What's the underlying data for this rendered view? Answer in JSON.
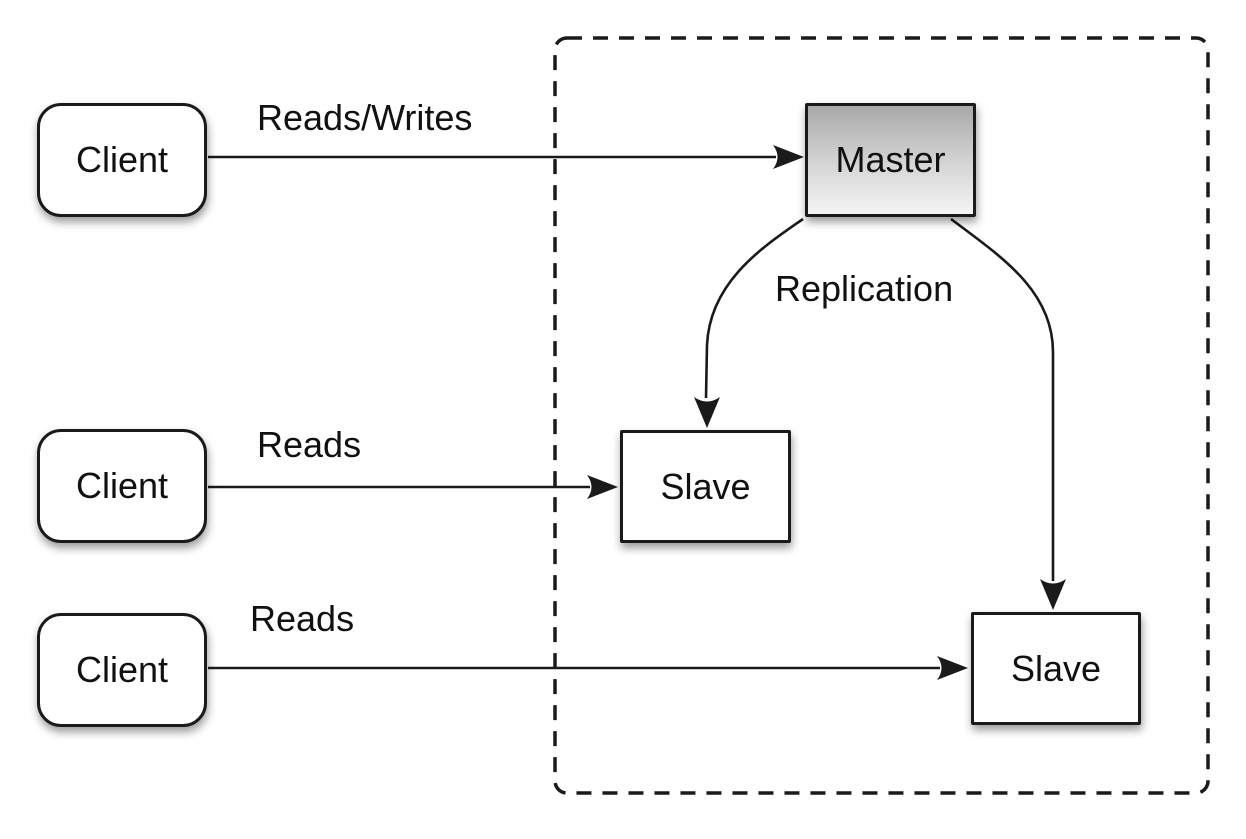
{
  "nodes": {
    "client1": {
      "label": "Client"
    },
    "client2": {
      "label": "Client"
    },
    "client3": {
      "label": "Client"
    },
    "master": {
      "label": "Master"
    },
    "slave1": {
      "label": "Slave"
    },
    "slave2": {
      "label": "Slave"
    }
  },
  "edges": {
    "client1_master": {
      "label": "Reads/Writes"
    },
    "client2_slave1": {
      "label": "Reads"
    },
    "client3_slave2": {
      "label": "Reads"
    },
    "master_slaves": {
      "label": "Replication"
    }
  },
  "colors": {
    "line_color": "#1a1a1a",
    "text_color": "#111111",
    "node_fill": "#ffffff",
    "master_grad_top": "#a9a9a9",
    "master_grad_mid": "#d6d6d6",
    "master_grad_bottom": "#f4f4f4",
    "bg_color": "#ffffff"
  }
}
